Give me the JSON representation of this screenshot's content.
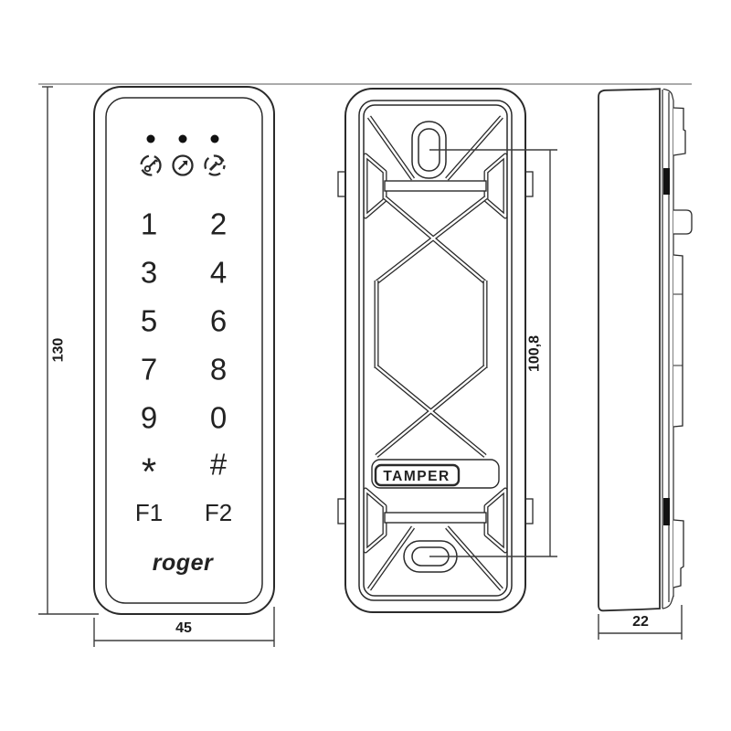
{
  "drawing": {
    "type": "technical-dimension-drawing",
    "product": "access control keypad reader",
    "brand": "roger",
    "colors": {
      "line": "#2a2a2a",
      "dimension_line": "#3d3d3d",
      "construction_line": "#8f8f8f",
      "background": "#ffffff",
      "contact_fill": "#111111"
    },
    "front": {
      "led_count": 3,
      "status_icons": [
        "key-icon",
        "enter-arrow-icon",
        "wrench-icon"
      ],
      "keys": [
        "1",
        "2",
        "3",
        "4",
        "5",
        "6",
        "7",
        "8",
        "9",
        "0",
        "*",
        "#",
        "F1",
        "F2"
      ],
      "brand_label": "roger"
    },
    "back": {
      "tamper_label": "TAMPER"
    },
    "dims": {
      "height": "130",
      "width": "45",
      "hole_spacing": "100,8",
      "depth": "22"
    }
  }
}
